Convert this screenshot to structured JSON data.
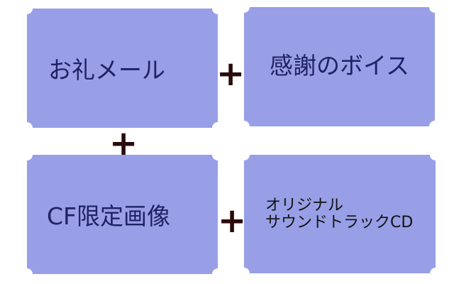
{
  "diagram": {
    "background_color": "#ffffff",
    "box_color": "#989fe6",
    "text_color": "#1f2263",
    "plus_color": "#2a0a0a",
    "boxes": [
      {
        "label": "お礼メール"
      },
      {
        "label": "感謝のボイス"
      },
      {
        "label": "CF限定画像"
      },
      {
        "label_line1": "オリジナル",
        "label_line2": "サウンドトラックCD"
      }
    ],
    "operators": [
      "+",
      "+",
      "+"
    ]
  }
}
